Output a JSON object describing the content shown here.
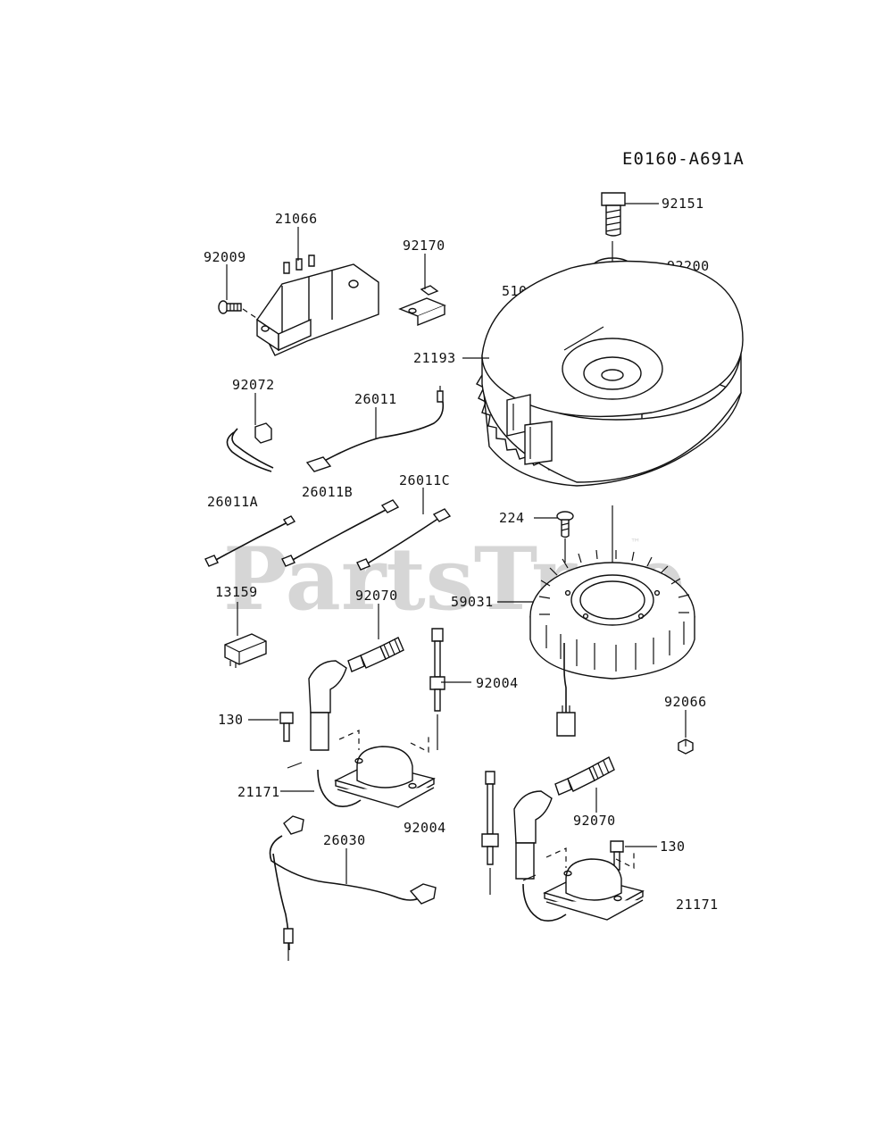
{
  "diagram_code": "E0160-A691A",
  "watermark": "PartsTree",
  "watermark_tm": "™",
  "labels": {
    "p21066": "21066",
    "p92009": "92009",
    "p92170": "92170",
    "p92151": "92151",
    "p92200": "92200",
    "p510": "510",
    "p21193": "21193",
    "p92072": "92072",
    "p26011": "26011",
    "p26011A": "26011A",
    "p26011B": "26011B",
    "p26011C": "26011C",
    "p224": "224",
    "p59031": "59031",
    "p13159": "13159",
    "p92070a": "92070",
    "p92004a": "92004",
    "p92066": "92066",
    "p130a": "130",
    "p21171a": "21171",
    "p92004b": "92004",
    "p26030": "26030",
    "p92070b": "92070",
    "p130b": "130",
    "p21171b": "21171"
  }
}
